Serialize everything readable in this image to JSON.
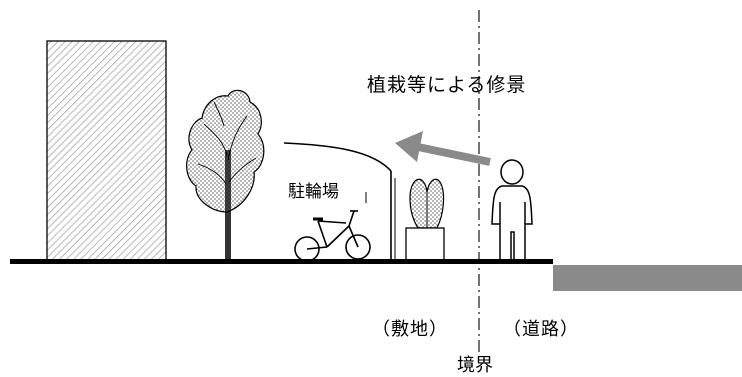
{
  "labels": {
    "screening": "植栽等による修景",
    "bicycle_parking": "駐輪場",
    "site": "（敷地）",
    "road": "（道路）",
    "boundary": "境界"
  },
  "colors": {
    "line": "#000000",
    "arrow": "#8a8a8a",
    "road": "#8a8a8a",
    "hatch": "#9a9a9a"
  },
  "icons": [
    "building",
    "tree",
    "bicycle",
    "bicycle-shelter",
    "planter-shrub",
    "person",
    "arrow"
  ]
}
